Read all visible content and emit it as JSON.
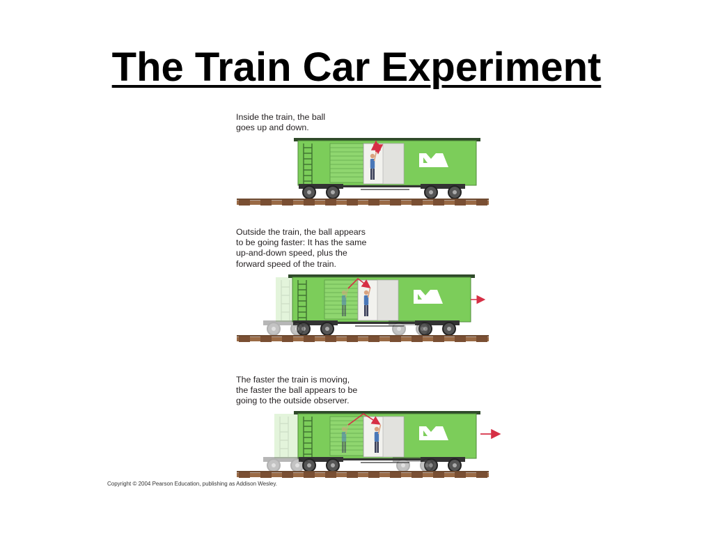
{
  "slide": {
    "title": "The Train Car Experiment",
    "captions": [
      "Inside the train, the ball\ngoes up and down.",
      "Outside the train, the ball appears\nto be going faster: It has the same\nup-and-down speed, plus the\nforward speed of the train.",
      "The faster the train is moving,\nthe faster the ball appears to be\ngoing to the outside observer."
    ],
    "copyright": "Copyright © 2004 Pearson Education, publishing as Addison Wesley.",
    "colors": {
      "car_green": "#7ccd5a",
      "car_ghost": "#c7eab7",
      "arrow_red": "#d62f45",
      "rail_brown": "#8a5a3a",
      "text": "#231f20"
    },
    "icons": [
      "train-logo-icon",
      "motion-arrow-icon",
      "ball-path-icon"
    ]
  }
}
